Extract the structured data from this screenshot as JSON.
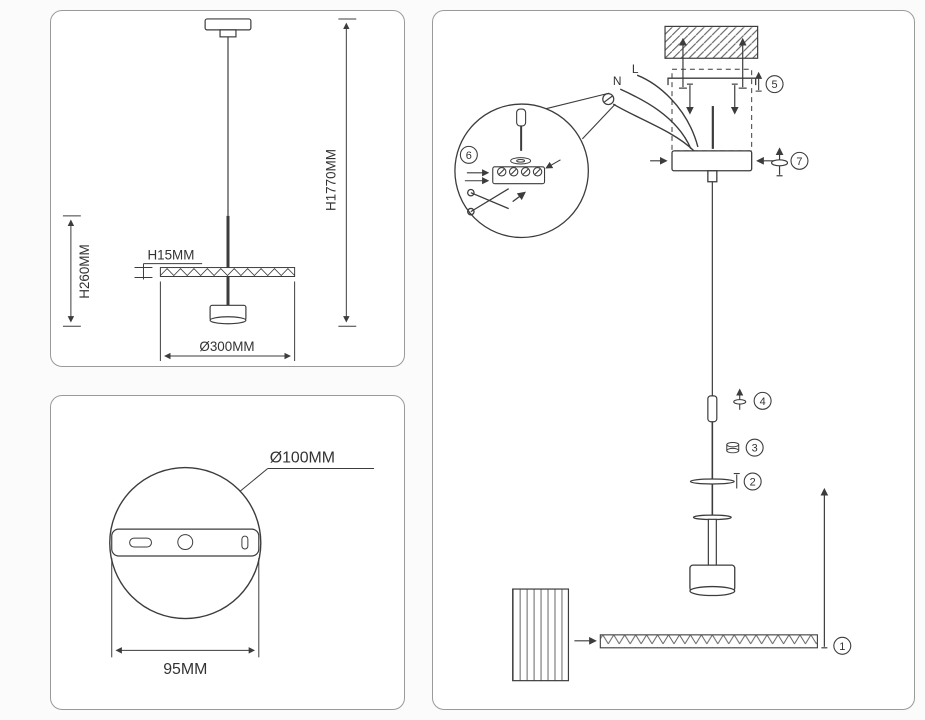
{
  "colors": {
    "background": "#fbfbfb",
    "panel_border": "#9a9a9a",
    "line": "#3c3c3c",
    "text": "#333333"
  },
  "panel_dimensions": {
    "overall_height": "H1770MM",
    "fixture_height": "H260MM",
    "disc_thickness": "H15MM",
    "disc_diameter": "Ø300MM"
  },
  "panel_top_view": {
    "plate_diameter": "Ø100MM",
    "hole_spacing": "95MM"
  },
  "panel_installation": {
    "wire_neutral": "N",
    "wire_live": "L",
    "steps": {
      "s1": "1",
      "s2": "2",
      "s3": "3",
      "s4": "4",
      "s5": "5",
      "s6": "6",
      "s7": "7"
    }
  }
}
